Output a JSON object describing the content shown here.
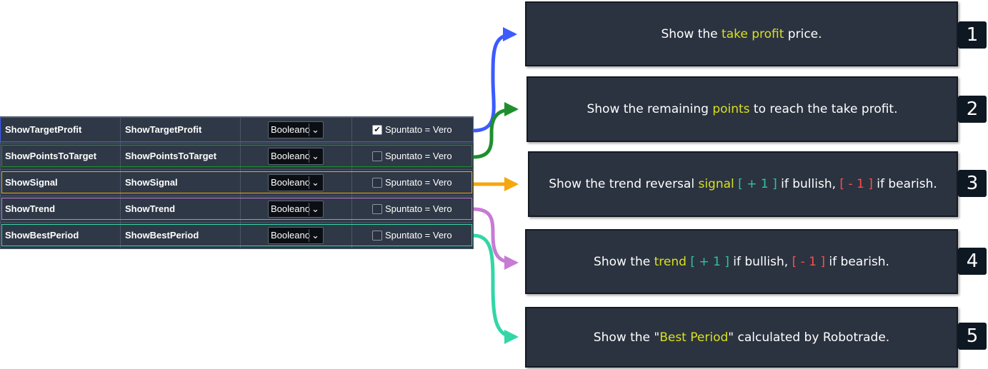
{
  "table": {
    "rows": [
      {
        "name": "ShowTargetProfit",
        "label": "ShowTargetProfit",
        "type": "Booleano",
        "checked": true,
        "value_label": "Spuntato = Vero",
        "color": "#3b5bff"
      },
      {
        "name": "ShowPointsToTarget",
        "label": "ShowPointsToTarget",
        "type": "Booleano",
        "checked": false,
        "value_label": "Spuntato = Vero",
        "color": "#1f8f2e"
      },
      {
        "name": "ShowSignal",
        "label": "ShowSignal",
        "type": "Booleano",
        "checked": false,
        "value_label": "Spuntato = Vero",
        "color": "#f5a70f"
      },
      {
        "name": "ShowTrend",
        "label": "ShowTrend",
        "type": "Booleano",
        "checked": false,
        "value_label": "Spuntato = Vero",
        "color": "#c77bd4"
      },
      {
        "name": "ShowBestPeriod",
        "label": "ShowBestPeriod",
        "type": "Booleano",
        "checked": false,
        "value_label": "Spuntato = Vero",
        "color": "#33d6a6"
      }
    ],
    "dropdown_arrow_icon": "chevron-down-icon",
    "check_icon": "checkmark-icon"
  },
  "descriptions": [
    {
      "number": "1",
      "parts": [
        {
          "t": "Show the "
        },
        {
          "t": "take profit",
          "c": "yellow"
        },
        {
          "t": " price."
        }
      ]
    },
    {
      "number": "2",
      "parts": [
        {
          "t": "Show the remaining "
        },
        {
          "t": "points",
          "c": "yellow"
        },
        {
          "t": " to reach the take profit."
        }
      ]
    },
    {
      "number": "3",
      "parts": [
        {
          "t": "Show the trend reversal "
        },
        {
          "t": "signal",
          "c": "yellow"
        },
        {
          "t": " "
        },
        {
          "t": "[ + 1 ]",
          "c": "teal"
        },
        {
          "t": " if bullish, "
        },
        {
          "t": "[ - 1 ]",
          "c": "red"
        },
        {
          "t": " if bearish."
        }
      ]
    },
    {
      "number": "4",
      "parts": [
        {
          "t": "Show the "
        },
        {
          "t": "trend",
          "c": "yellow"
        },
        {
          "t": " "
        },
        {
          "t": "[ + 1 ]",
          "c": "teal"
        },
        {
          "t": " if bullish, "
        },
        {
          "t": "[ - 1 ]",
          "c": "red"
        },
        {
          "t": " if bearish."
        }
      ]
    },
    {
      "number": "5",
      "parts": [
        {
          "t": "Show the \""
        },
        {
          "t": "Best Period",
          "c": "yellow"
        },
        {
          "t": "\" calculated by Robotrade."
        }
      ]
    }
  ],
  "colors": {
    "highlight_yellow": "#d9e021",
    "bullish_teal": "#2ec4a0",
    "bearish_red": "#ff4d4d",
    "box_background": "#2b3340",
    "table_background": "#2f3846"
  }
}
